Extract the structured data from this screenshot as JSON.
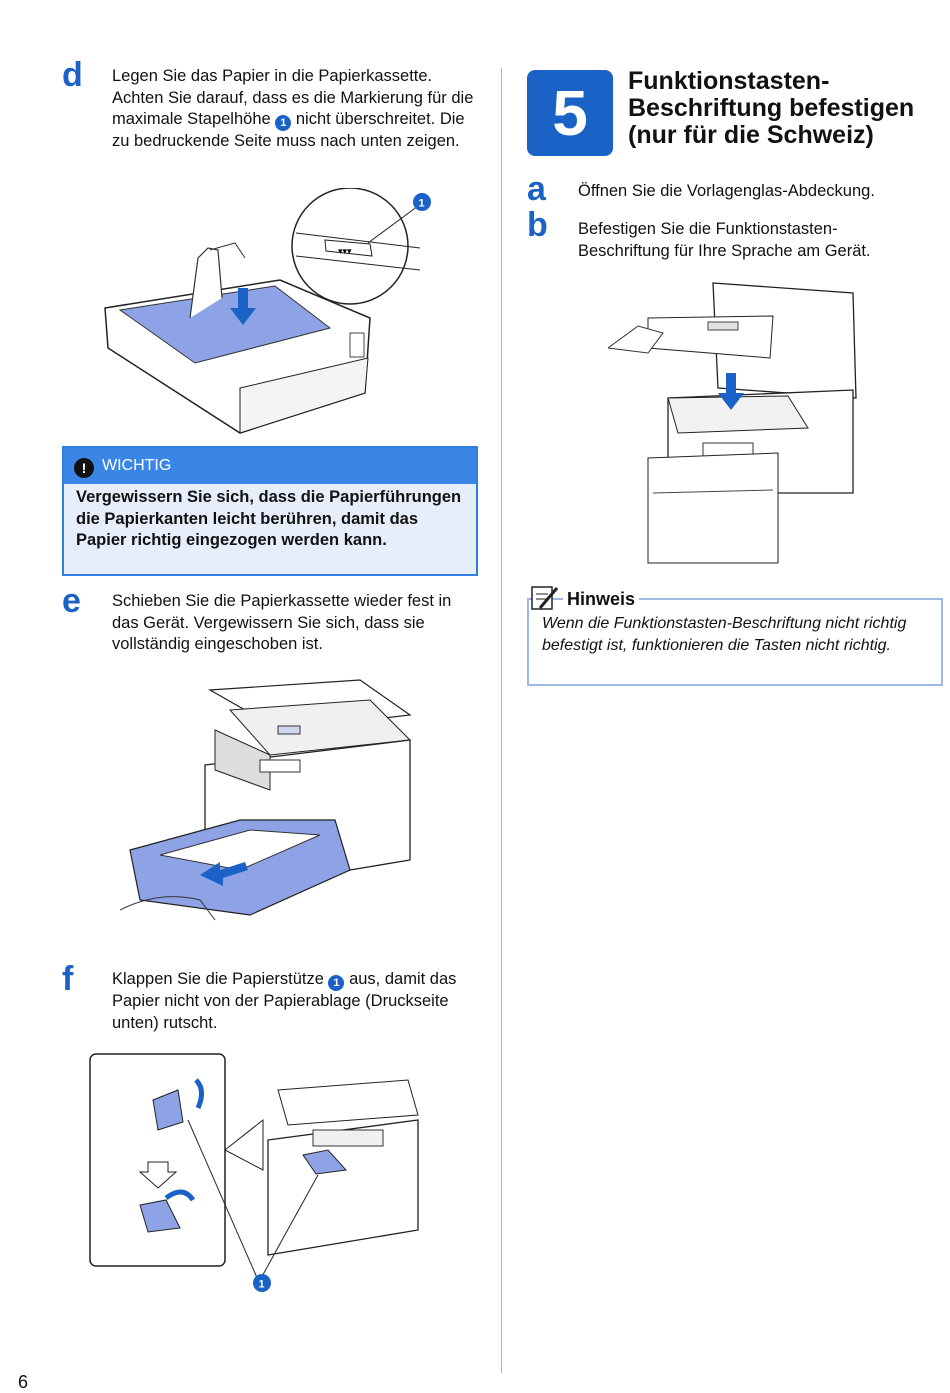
{
  "page_number": "6",
  "left": {
    "d": {
      "letter": "d",
      "text_a": "Legen Sie das Papier in die Papierkassette. Achten Sie darauf, dass es die Markierung für die maximale Stapelhöhe ",
      "text_b": " nicht überschreitet. Die zu bedruckende Seite muss nach unten zeigen.",
      "callout": "1"
    },
    "wichtig": {
      "label": "WICHTIG",
      "text": "Vergewissern Sie sich, dass die Papierführungen die Papierkanten leicht berühren, damit das Papier richtig eingezogen werden kann."
    },
    "e": {
      "letter": "e",
      "text": "Schieben Sie die Papierkassette wieder fest in das Gerät. Vergewissern Sie sich, dass sie vollständig eingeschoben ist."
    },
    "f": {
      "letter": "f",
      "text_a": "Klappen Sie die Papierstütze ",
      "text_b": " aus, damit das Papier nicht von der Papierablage (Druckseite unten) rutscht.",
      "callout": "1"
    }
  },
  "right": {
    "step_number": "5",
    "step_title": "Funktionstasten-Beschriftung befestigen (nur für die Schweiz)",
    "a": {
      "letter": "a",
      "text": "Öffnen Sie die Vorlagenglas-Abdeckung."
    },
    "b": {
      "letter": "b",
      "text": "Befestigen Sie die Funktionstasten-Beschriftung für Ihre Sprache am Gerät."
    },
    "hinweis": {
      "label": "Hinweis",
      "text": "Wenn die Funktionstasten-Beschriftung nicht richtig befestigt ist, funktionieren die Tasten nicht richtig."
    }
  },
  "colors": {
    "accent": "#1a62c6",
    "warning_header": "#3a86e6",
    "warning_bg": "#e6eefb",
    "paper_blue": "#8da3e6"
  }
}
